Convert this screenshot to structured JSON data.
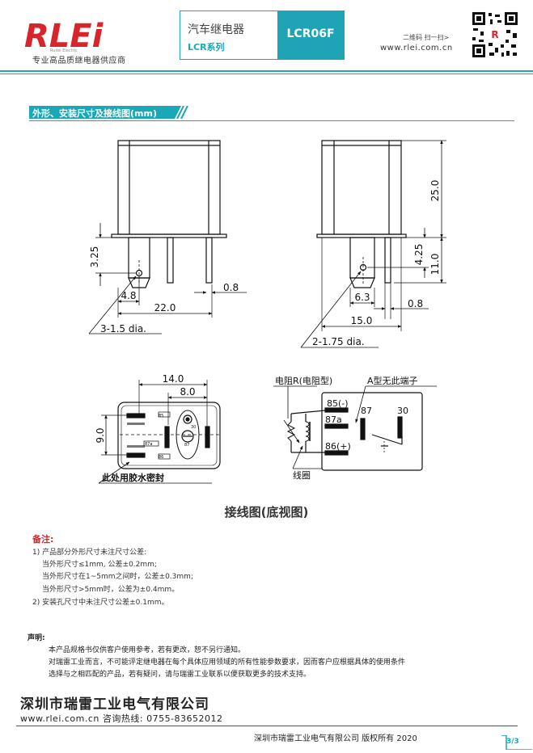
{
  "header": {
    "brand": "RLEi",
    "brand_small": "Ruilei Electric",
    "tagline": "专业高品质继电器供应商",
    "product_type": "汽车继电器",
    "series": "LCR系列",
    "model": "LCR06F",
    "qr_label": "二维码 扫一扫>",
    "website": "www.rlei.com.cn"
  },
  "section": {
    "title": "外形、安装尺寸及接线图(mm)"
  },
  "drawing1": {
    "dim_325": "3.25",
    "dim_48": "4.8",
    "dim_220": "22.0",
    "dim_08": "0.8",
    "hole": "3-1.5 dia."
  },
  "drawing2": {
    "dim_250": "25.0",
    "dim_425": "4.25",
    "dim_110": "11.0",
    "dim_63": "6.3",
    "dim_08": "0.8",
    "dim_150": "15.0",
    "hole": "2-1.75 dia."
  },
  "drawing3": {
    "dim_140": "14.0",
    "dim_80": "8.0",
    "dim_90": "9.0",
    "seal": "此处用胶水密封",
    "pin_85": "85",
    "pin_86": "86",
    "pin_87a": "87a",
    "pin_87": "87",
    "pin_30": "30"
  },
  "drawing4": {
    "resistor": "电阻R(电阻型)",
    "type_a": "A型无此端子",
    "pin_85": "85(-)",
    "pin_87a": "87a",
    "pin_86": "86(+)",
    "pin_87": "87",
    "pin_30": "30",
    "coil": "线圈"
  },
  "caption": "接线图(底视图)",
  "notes": {
    "title": "备注:",
    "lines": [
      "1) 产品部分外形尺寸未注尺寸公差:",
      "当外形尺寸≤1mm, 公差±0.2mm;",
      "当外形尺寸在1~5mm之间时，公差±0.3mm;",
      "当外形尺寸>5mm时，公差为±0.4mm。",
      "2) 安装孔尺寸中未注尺寸公差±0.1mm。"
    ]
  },
  "declaration": {
    "title": "声明:",
    "lines": [
      "本产品规格书仅供客户使用参考，若有更改，恕不另行通知。",
      "对瑞雷工业而言，不可能评定继电器在每个具体应用领域的所有性能参数要求，因而客户应根据具体的使用条件",
      "选择与之相匹配的产品，若有疑问，请与瑞雷工业联系以便获取更多的技术支持。"
    ]
  },
  "footer": {
    "company": "深圳市瑞雷工业电气有限公司",
    "contact": "www.rlei.com.cn  咨询热线: 0755-83652012",
    "copyright": "深圳市瑞雷工业电气有限公司     版权所有     2020",
    "page": "3/3"
  },
  "colors": {
    "accent": "#1aa8b8",
    "brand_red": "#d7262b",
    "brand_gray": "#8a8a8a"
  }
}
